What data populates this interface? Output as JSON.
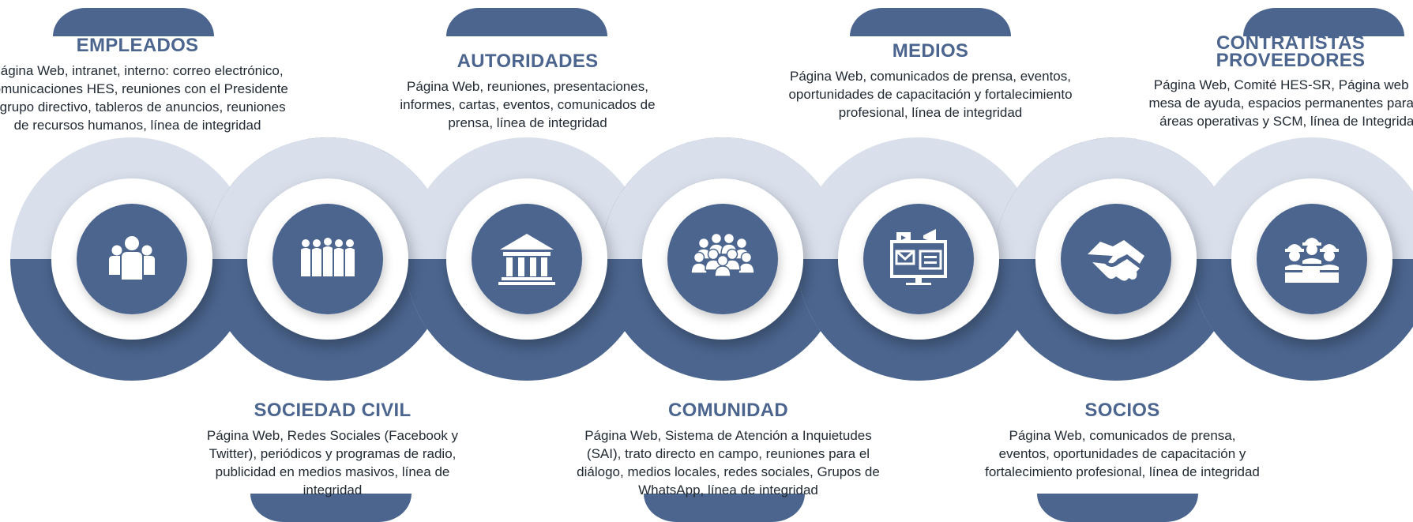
{
  "colors": {
    "dark": "#4b658e",
    "light": "#d9e0ec",
    "title": "#4b658e",
    "text": "#222a33",
    "icon": "#ffffff"
  },
  "stakeholders": [
    {
      "title": "EMPLEADOS",
      "description": "Página Web, intranet, interno: correo electrónico, comunicaciones HES, reuniones con el Presidente y grupo directivo, tableros de anuncios, reuniones de recursos humanos, línea de integridad",
      "icon": "people-group-icon",
      "position": "top"
    },
    {
      "title": "SOCIEDAD CIVIL",
      "description": "Página Web, Redes Sociales (Facebook y Twitter), periódicos y programas de radio, publicidad en medios masivos, línea de integridad",
      "icon": "crowd-icon",
      "position": "bottom"
    },
    {
      "title": "AUTORIDADES",
      "description": "Página Web, reuniones, presentaciones, informes, cartas, eventos, comunicados de prensa, línea de integridad",
      "icon": "government-building-icon",
      "position": "top"
    },
    {
      "title": "COMUNIDAD",
      "description": "Página Web, Sistema de Atención a Inquietudes (SAI), trato directo en campo, reuniones para el diálogo, medios locales, redes sociales, Grupos de WhatsApp, línea de integridad",
      "icon": "community-icon",
      "position": "bottom"
    },
    {
      "title": "MEDIOS",
      "description": "Página Web, comunicados de prensa, eventos, oportunidades de capacitación y fortalecimiento profesional, línea de integridad",
      "icon": "media-monitor-icon",
      "position": "top"
    },
    {
      "title": "SOCIOS",
      "description": "Página Web, comunicados de prensa, eventos, oportunidades de capacitación y fortalecimiento profesional, línea de integridad",
      "icon": "handshake-icon",
      "position": "bottom"
    },
    {
      "title": "CONTRATISTAS PROVEEDORES",
      "description": "Página Web, Comité HES-SR, Página web de mesa de ayuda, espacios permanentes para en áreas operativas y SCM, línea de Integridad",
      "icon": "workers-icon",
      "position": "top"
    }
  ]
}
